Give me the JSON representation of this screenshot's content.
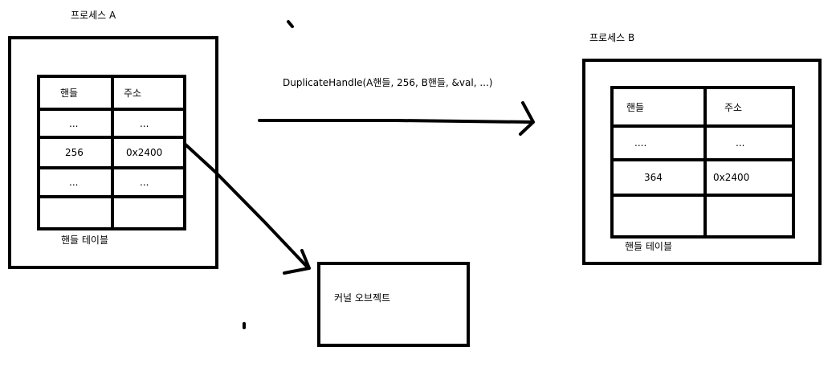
{
  "process_a": {
    "title": "프로세스 A",
    "table_caption": "핸들 테이블",
    "header": [
      "핸들",
      "주소"
    ],
    "rows": [
      [
        "...",
        "..."
      ],
      [
        "256",
        "0x2400"
      ],
      [
        "...",
        "..."
      ],
      [
        "",
        ""
      ]
    ]
  },
  "process_b": {
    "title": "프로세스 B",
    "table_caption": "핸들 테이블",
    "header": [
      "핸들",
      "주소"
    ],
    "rows": [
      [
        "....",
        "..."
      ],
      [
        "364",
        "0x2400"
      ],
      [
        "",
        ""
      ]
    ]
  },
  "call_label": "DuplicateHandle(A핸들, 256, B핸들, &val, ...)",
  "kernel_object": {
    "label": "커널 오브젝트"
  },
  "stroke_color": "#000000"
}
